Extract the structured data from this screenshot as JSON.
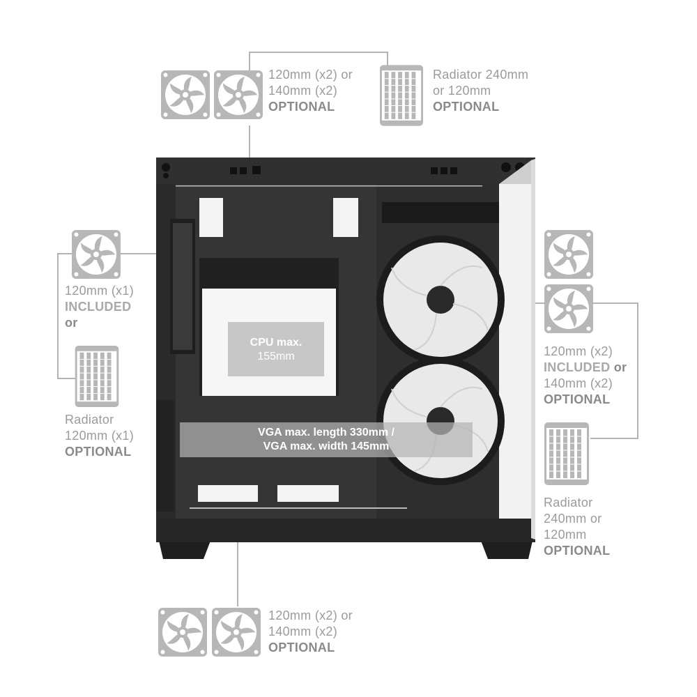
{
  "colors": {
    "icon_gray": "#b7b7b7",
    "text_gray": "#9b9b9b",
    "case_dark": "#2b2b2b",
    "overlay": "#b4b4b4"
  },
  "top": {
    "fan_label": [
      "120mm (x2) or",
      "140mm (x2)",
      "OPTIONAL"
    ],
    "radiator_label": [
      "Radiator 240mm",
      "or 120mm",
      "OPTIONAL"
    ]
  },
  "rear": {
    "fan_label": [
      "120mm (x1)",
      "INCLUDED",
      "or"
    ],
    "radiator_label": [
      "Radiator",
      "120mm (x1)",
      "OPTIONAL"
    ]
  },
  "front": {
    "fan_label_1": "120mm (x2)",
    "fan_label_included": "INCLUDED",
    "fan_label_or": " or",
    "fan_label_2": "140mm (x2)",
    "fan_label_3": "OPTIONAL",
    "radiator_label": [
      "Radiator",
      "240mm or",
      "120mm",
      "OPTIONAL"
    ]
  },
  "bottom": {
    "fan_label": [
      "120mm (x2) or",
      "140mm (x2)",
      "OPTIONAL"
    ]
  },
  "case": {
    "cpu_label": [
      "CPU max.",
      "155mm"
    ],
    "vga_label": [
      "VGA max. length 330mm /",
      "VGA max. width 145mm"
    ]
  },
  "icons": [
    "fan-icon",
    "radiator-icon"
  ]
}
